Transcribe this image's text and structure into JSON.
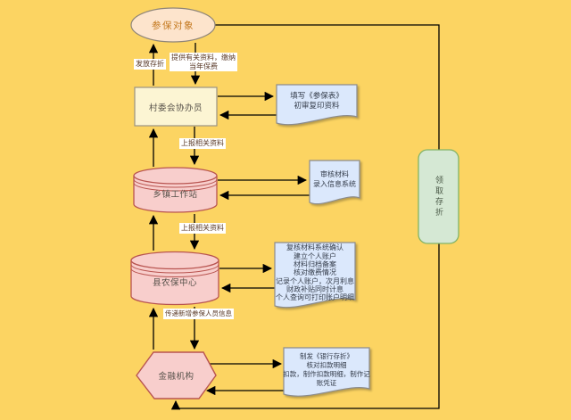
{
  "nodes": {
    "insured": "参保对象",
    "village_officer": "村委会协办员",
    "township_station": "乡镇工作站",
    "county_center": "县农保中心",
    "financial_institution": "金融机构",
    "collect_passbook": "领取存折"
  },
  "edge_labels": {
    "issue_passbook": "发放存折",
    "provide_materials_line1": "提供有关资料，缴纳",
    "provide_materials_line2": "当年保费",
    "report_materials_1": "上报相关资料",
    "report_materials_2": "上报相关资料",
    "transmit_new_insured": "传递新增参保人员信息"
  },
  "documents": {
    "village_tasks": {
      "lines": [
        "填写《参保表》",
        "初审复印资料"
      ]
    },
    "township_tasks": {
      "lines": [
        "审核材料",
        "录入信息系统"
      ]
    },
    "county_tasks": {
      "lines": [
        "复核材料系统确认",
        "建立个人账户",
        "材料归档备案",
        "核对缴费情况",
        "记录个人账户，次月利息",
        "财政补贴同时计息",
        "个人查询可打印账户明细"
      ]
    },
    "bank_tasks": {
      "lines": [
        "制发《银行存折》",
        "核对扣款明细",
        "扣款，制作扣款明细，制作记",
        "账凭证"
      ]
    }
  },
  "colors": {
    "background": "#fcd462",
    "pink_fill": "#f8cecc",
    "pink_border": "#b85450",
    "orange_fill": "#fde4cc",
    "yellow_fill": "#fcf5d3",
    "document_fill": "#dbe8fc",
    "green_fill": "#d5e8d4",
    "green_border": "#82b366",
    "arrow": "#000000"
  }
}
